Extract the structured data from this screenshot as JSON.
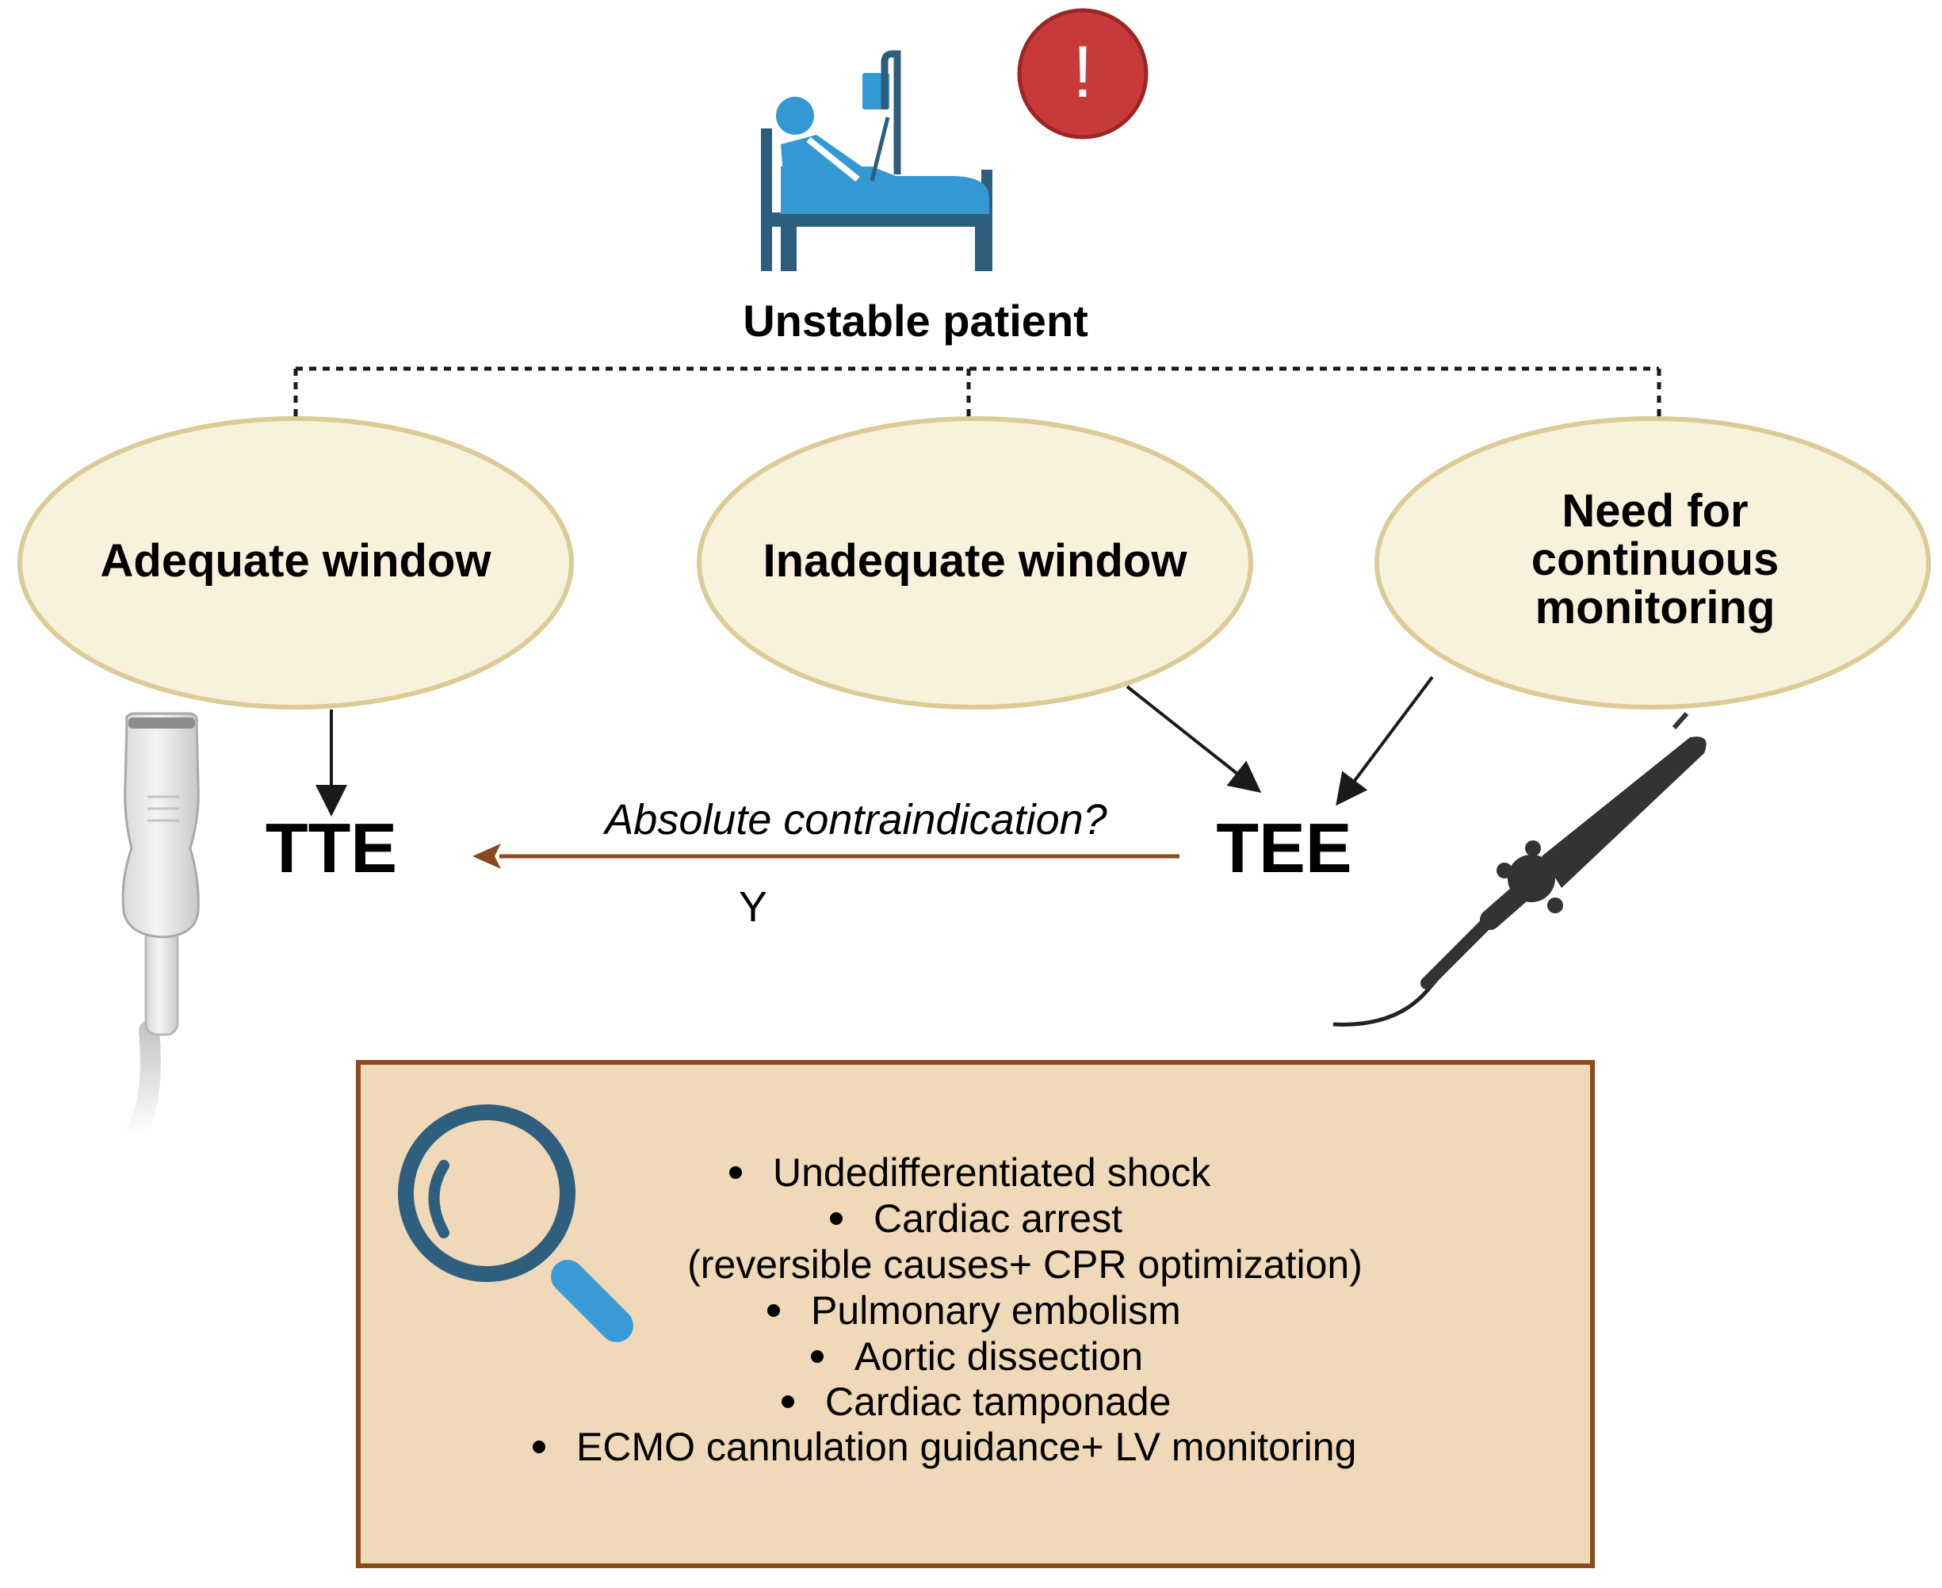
{
  "root": {
    "label": "Unstable patient"
  },
  "alert": {
    "symbol": "!"
  },
  "branches": [
    {
      "id": "adequate",
      "lines": [
        "Adequate window"
      ]
    },
    {
      "id": "inadequate",
      "lines": [
        "Inadequate window"
      ]
    },
    {
      "id": "continuous",
      "lines": [
        "Need for",
        "continuous",
        "monitoring"
      ]
    }
  ],
  "modalities": {
    "tte": "TTE",
    "tee": "TEE"
  },
  "contraindication": {
    "question": "Absolute contraindication?",
    "answer": "Y"
  },
  "indications": [
    "Undedifferentiated shock",
    "Cardiac arrest",
    "(reversible causes+ CPR optimization)",
    "Pulmonary embolism",
    "Aortic dissection",
    "Cardiac tamponade",
    "ECMO cannulation guidance+ LV monitoring"
  ],
  "indication_bullets": [
    true,
    true,
    false,
    true,
    true,
    true,
    true
  ],
  "icons": [
    "hospital-bed-patient-icon",
    "alert-icon",
    "ultrasound-probe-icon",
    "tee-probe-icon",
    "magnifier-icon"
  ],
  "colors": {
    "ellipse_fill": "#f8f1dc",
    "ellipse_stroke": "#dccb96",
    "box_fill": "#f0d9b8",
    "box_stroke": "#8a4a1e",
    "arrow_brown": "#8a4a1e",
    "bed_blue": "#3498d4",
    "bed_dark": "#2c5d7c",
    "alert_red": "#c83a3a",
    "magnifier_dark": "#2f5f7f",
    "magnifier_light": "#3a9ad6"
  }
}
